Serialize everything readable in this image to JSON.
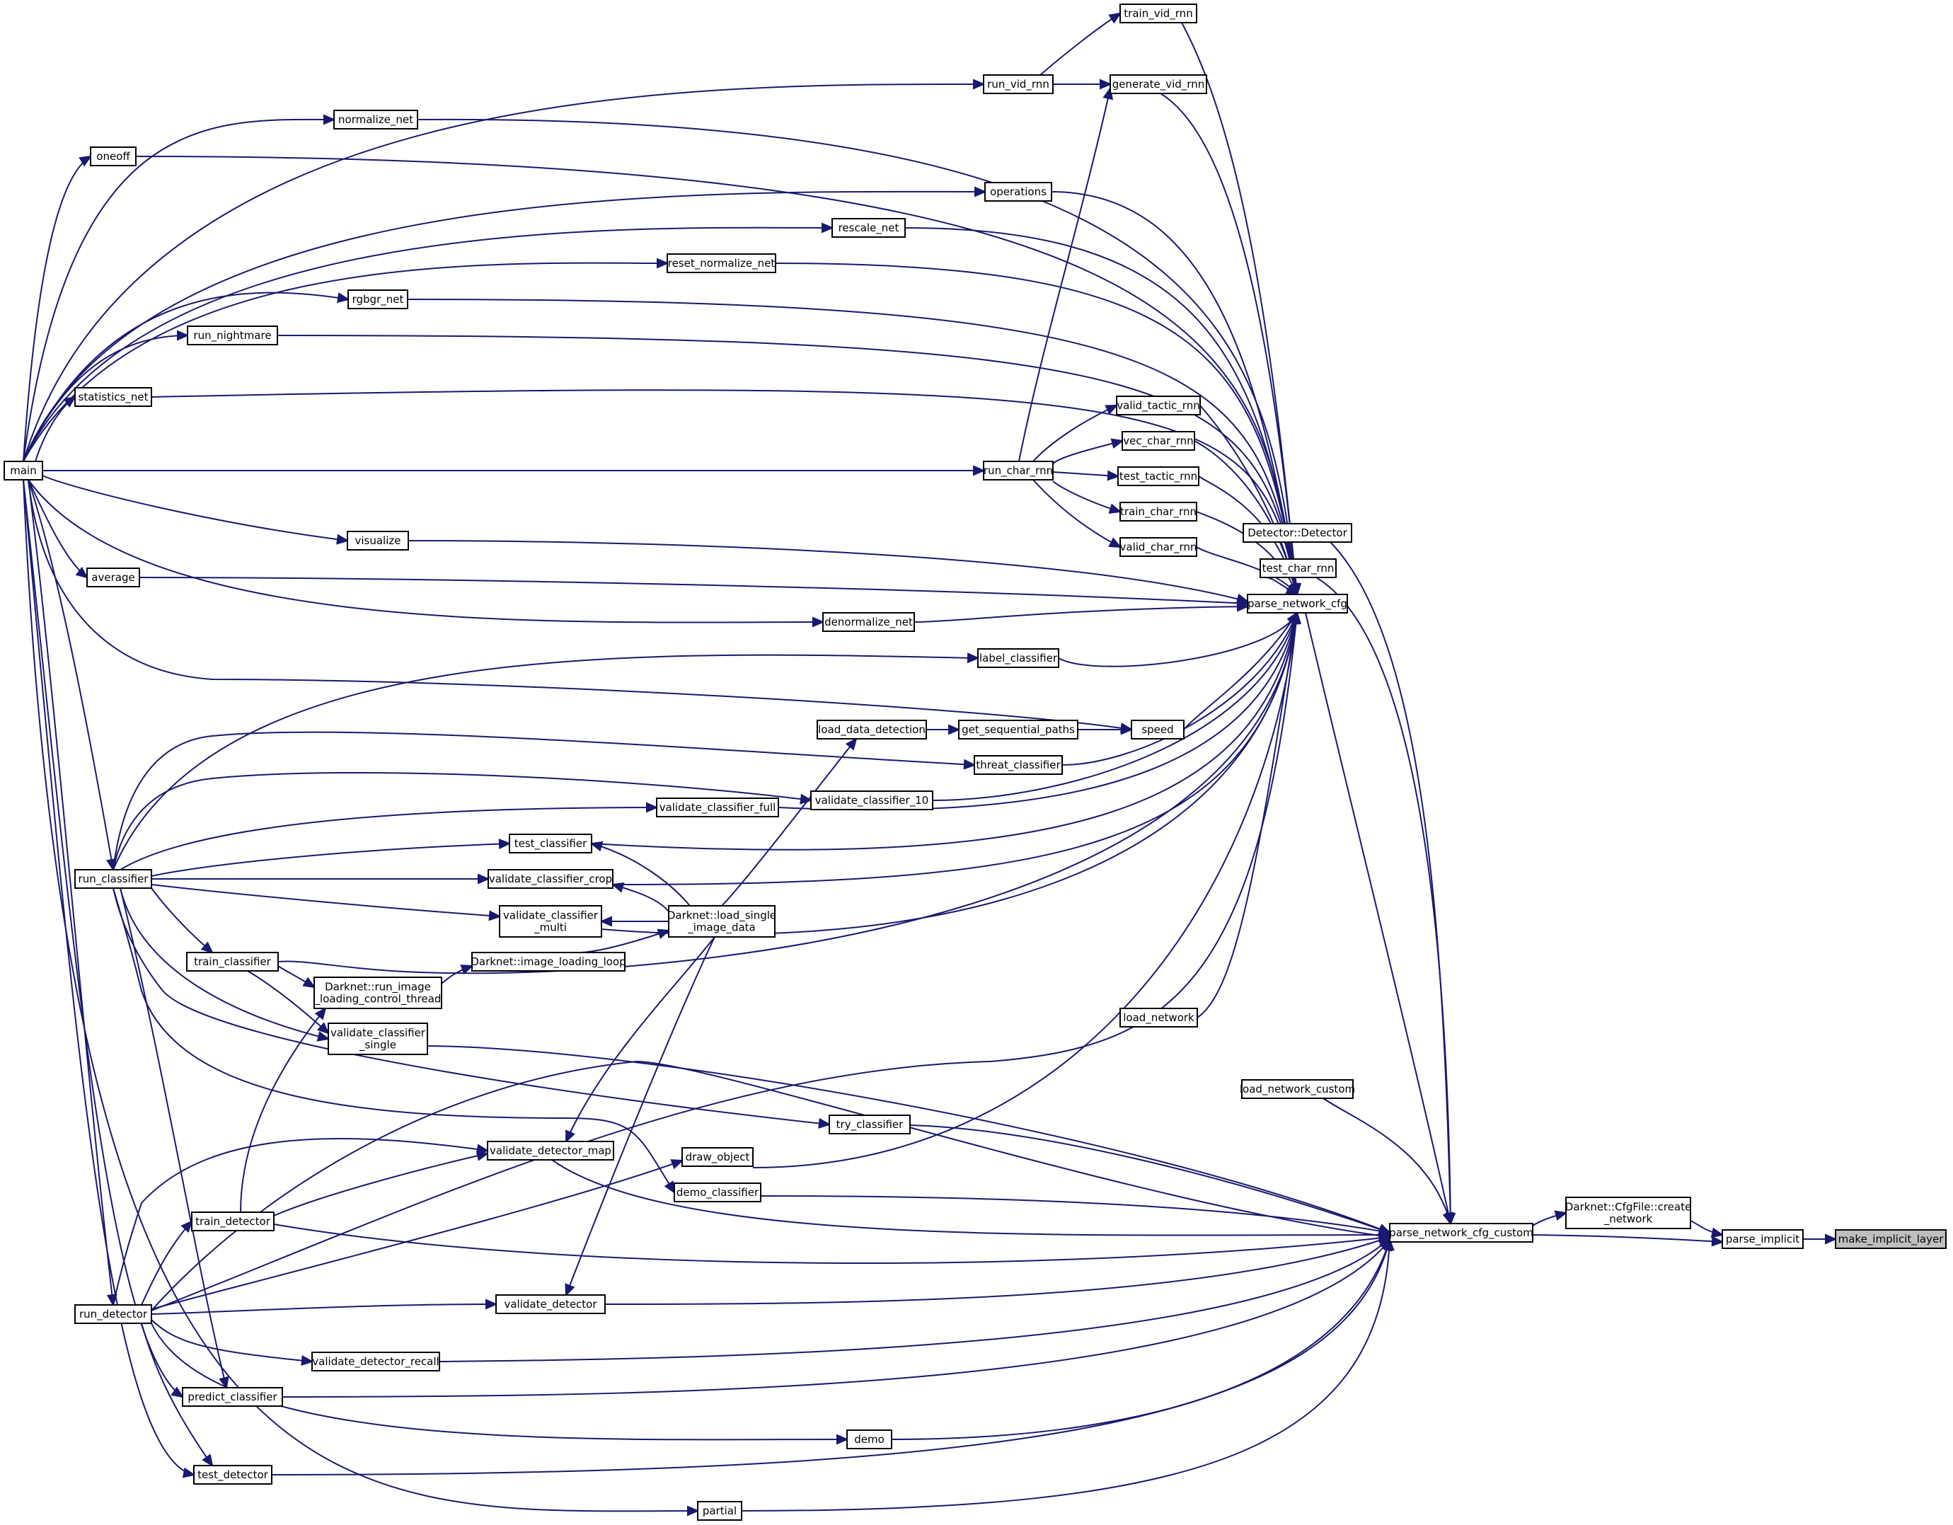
{
  "diagram_type": "call-graph",
  "colors": {
    "edge": "#191970",
    "node_border": "#000000",
    "node_fill": "#ffffff",
    "highlight_fill": "#bfbfbf"
  },
  "nodes": [
    {
      "id": "make_implicit_layer",
      "lines": [
        "make_implicit_layer"
      ],
      "highlight": true
    },
    {
      "id": "parse_implicit",
      "lines": [
        "parse_implicit"
      ]
    },
    {
      "id": "create_network",
      "lines": [
        "Darknet::CfgFile::create",
        "_network"
      ]
    },
    {
      "id": "parse_network_cfg_custom",
      "lines": [
        "parse_network_cfg_custom"
      ]
    },
    {
      "id": "parse_network_cfg",
      "lines": [
        "parse_network_cfg"
      ]
    },
    {
      "id": "detector_detector",
      "lines": [
        "Detector::Detector"
      ]
    },
    {
      "id": "test_char_rnn",
      "lines": [
        "test_char_rnn"
      ]
    },
    {
      "id": "load_network_custom",
      "lines": [
        "load_network_custom"
      ]
    },
    {
      "id": "load_network",
      "lines": [
        "load_network"
      ]
    },
    {
      "id": "train_vid_rnn",
      "lines": [
        "train_vid_rnn"
      ]
    },
    {
      "id": "generate_vid_rnn",
      "lines": [
        "generate_vid_rnn"
      ]
    },
    {
      "id": "run_vid_rnn",
      "lines": [
        "run_vid_rnn"
      ]
    },
    {
      "id": "normalize_net",
      "lines": [
        "normalize_net"
      ]
    },
    {
      "id": "oneoff",
      "lines": [
        "oneoff"
      ]
    },
    {
      "id": "operations",
      "lines": [
        "operations"
      ]
    },
    {
      "id": "rescale_net",
      "lines": [
        "rescale_net"
      ]
    },
    {
      "id": "reset_normalize_net",
      "lines": [
        "reset_normalize_net"
      ]
    },
    {
      "id": "rgbgr_net",
      "lines": [
        "rgbgr_net"
      ]
    },
    {
      "id": "run_nightmare",
      "lines": [
        "run_nightmare"
      ]
    },
    {
      "id": "statistics_net",
      "lines": [
        "statistics_net"
      ]
    },
    {
      "id": "main",
      "lines": [
        "main"
      ]
    },
    {
      "id": "valid_tactic_rnn",
      "lines": [
        "valid_tactic_rnn"
      ]
    },
    {
      "id": "vec_char_rnn",
      "lines": [
        "vec_char_rnn"
      ]
    },
    {
      "id": "run_char_rnn",
      "lines": [
        "run_char_rnn"
      ]
    },
    {
      "id": "test_tactic_rnn",
      "lines": [
        "test_tactic_rnn"
      ]
    },
    {
      "id": "train_char_rnn",
      "lines": [
        "train_char_rnn"
      ]
    },
    {
      "id": "valid_char_rnn",
      "lines": [
        "valid_char_rnn"
      ]
    },
    {
      "id": "visualize",
      "lines": [
        "visualize"
      ]
    },
    {
      "id": "average",
      "lines": [
        "average"
      ]
    },
    {
      "id": "denormalize_net",
      "lines": [
        "denormalize_net"
      ]
    },
    {
      "id": "label_classifier",
      "lines": [
        "label_classifier"
      ]
    },
    {
      "id": "speed",
      "lines": [
        "speed"
      ]
    },
    {
      "id": "get_sequential_paths",
      "lines": [
        "get_sequential_paths"
      ]
    },
    {
      "id": "load_data_detection",
      "lines": [
        "load_data_detection"
      ]
    },
    {
      "id": "threat_classifier",
      "lines": [
        "threat_classifier"
      ]
    },
    {
      "id": "validate_classifier_10",
      "lines": [
        "validate_classifier_10"
      ]
    },
    {
      "id": "validate_classifier_full",
      "lines": [
        "validate_classifier_full"
      ]
    },
    {
      "id": "test_classifier",
      "lines": [
        "test_classifier"
      ]
    },
    {
      "id": "run_classifier",
      "lines": [
        "run_classifier"
      ]
    },
    {
      "id": "validate_classifier_crop",
      "lines": [
        "validate_classifier_crop"
      ]
    },
    {
      "id": "validate_classifier_multi",
      "lines": [
        "validate_classifier",
        "_multi"
      ]
    },
    {
      "id": "load_single_image_data",
      "lines": [
        "Darknet::load_single",
        "_image_data"
      ]
    },
    {
      "id": "image_loading_loop",
      "lines": [
        "Darknet::image_loading_loop"
      ]
    },
    {
      "id": "train_classifier",
      "lines": [
        "train_classifier"
      ]
    },
    {
      "id": "run_image_loading_control_thread",
      "lines": [
        "Darknet::run_image",
        "_loading_control_thread"
      ]
    },
    {
      "id": "validate_classifier_single",
      "lines": [
        "validate_classifier",
        "_single"
      ]
    },
    {
      "id": "try_classifier",
      "lines": [
        "try_classifier"
      ]
    },
    {
      "id": "validate_detector_map",
      "lines": [
        "validate_detector_map"
      ]
    },
    {
      "id": "draw_object",
      "lines": [
        "draw_object"
      ]
    },
    {
      "id": "demo_classifier",
      "lines": [
        "demo_classifier"
      ]
    },
    {
      "id": "train_detector",
      "lines": [
        "train_detector"
      ]
    },
    {
      "id": "run_detector",
      "lines": [
        "run_detector"
      ]
    },
    {
      "id": "validate_detector",
      "lines": [
        "validate_detector"
      ]
    },
    {
      "id": "validate_detector_recall",
      "lines": [
        "validate_detector_recall"
      ]
    },
    {
      "id": "predict_classifier",
      "lines": [
        "predict_classifier"
      ]
    },
    {
      "id": "demo",
      "lines": [
        "demo"
      ]
    },
    {
      "id": "test_detector",
      "lines": [
        "test_detector"
      ]
    },
    {
      "id": "partial",
      "lines": [
        "partial"
      ]
    }
  ],
  "edges": [
    [
      "make_implicit_layer",
      "parse_implicit"
    ],
    [
      "parse_implicit",
      "create_network"
    ],
    [
      "parse_implicit",
      "parse_network_cfg_custom"
    ],
    [
      "create_network",
      "parse_network_cfg_custom"
    ],
    [
      "parse_network_cfg_custom",
      "parse_network_cfg"
    ],
    [
      "parse_network_cfg_custom",
      "detector_detector"
    ],
    [
      "parse_network_cfg_custom",
      "test_char_rnn"
    ],
    [
      "parse_network_cfg_custom",
      "load_network_custom"
    ],
    [
      "parse_network_cfg_custom",
      "try_classifier"
    ],
    [
      "parse_network_cfg_custom",
      "validate_classifier_single"
    ],
    [
      "parse_network_cfg_custom",
      "demo_classifier"
    ],
    [
      "parse_network_cfg_custom",
      "validate_detector_map"
    ],
    [
      "parse_network_cfg_custom",
      "train_detector"
    ],
    [
      "parse_network_cfg_custom",
      "run_detector"
    ],
    [
      "parse_network_cfg_custom",
      "validate_detector"
    ],
    [
      "parse_network_cfg_custom",
      "validate_detector_recall"
    ],
    [
      "parse_network_cfg_custom",
      "predict_classifier"
    ],
    [
      "parse_network_cfg_custom",
      "demo"
    ],
    [
      "parse_network_cfg_custom",
      "test_detector"
    ],
    [
      "parse_network_cfg_custom",
      "partial"
    ],
    [
      "parse_network_cfg",
      "train_vid_rnn"
    ],
    [
      "parse_network_cfg",
      "generate_vid_rnn"
    ],
    [
      "parse_network_cfg",
      "normalize_net"
    ],
    [
      "parse_network_cfg",
      "oneoff"
    ],
    [
      "parse_network_cfg",
      "operations"
    ],
    [
      "parse_network_cfg",
      "rescale_net"
    ],
    [
      "parse_network_cfg",
      "reset_normalize_net"
    ],
    [
      "parse_network_cfg",
      "rgbgr_net"
    ],
    [
      "parse_network_cfg",
      "run_nightmare"
    ],
    [
      "parse_network_cfg",
      "statistics_net"
    ],
    [
      "parse_network_cfg",
      "valid_tactic_rnn"
    ],
    [
      "parse_network_cfg",
      "vec_char_rnn"
    ],
    [
      "parse_network_cfg",
      "test_tactic_rnn"
    ],
    [
      "parse_network_cfg",
      "train_char_rnn"
    ],
    [
      "parse_network_cfg",
      "valid_char_rnn"
    ],
    [
      "parse_network_cfg",
      "test_char_rnn"
    ],
    [
      "parse_network_cfg",
      "visualize"
    ],
    [
      "parse_network_cfg",
      "average"
    ],
    [
      "parse_network_cfg",
      "denormalize_net"
    ],
    [
      "parse_network_cfg",
      "label_classifier"
    ],
    [
      "parse_network_cfg",
      "speed"
    ],
    [
      "parse_network_cfg",
      "threat_classifier"
    ],
    [
      "parse_network_cfg",
      "validate_classifier_10"
    ],
    [
      "parse_network_cfg",
      "validate_classifier_full"
    ],
    [
      "parse_network_cfg",
      "test_classifier"
    ],
    [
      "parse_network_cfg",
      "validate_classifier_crop"
    ],
    [
      "parse_network_cfg",
      "validate_classifier_multi"
    ],
    [
      "parse_network_cfg",
      "train_classifier"
    ],
    [
      "parse_network_cfg",
      "load_network"
    ],
    [
      "parse_network_cfg",
      "draw_object"
    ],
    [
      "parse_network_cfg",
      "run_detector"
    ],
    [
      "train_vid_rnn",
      "run_vid_rnn"
    ],
    [
      "generate_vid_rnn",
      "run_vid_rnn"
    ],
    [
      "run_vid_rnn",
      "main"
    ],
    [
      "normalize_net",
      "main"
    ],
    [
      "oneoff",
      "main"
    ],
    [
      "operations",
      "main"
    ],
    [
      "rescale_net",
      "main"
    ],
    [
      "reset_normalize_net",
      "main"
    ],
    [
      "rgbgr_net",
      "main"
    ],
    [
      "run_nightmare",
      "main"
    ],
    [
      "statistics_net",
      "main"
    ],
    [
      "valid_tactic_rnn",
      "run_char_rnn"
    ],
    [
      "vec_char_rnn",
      "run_char_rnn"
    ],
    [
      "test_tactic_rnn",
      "run_char_rnn"
    ],
    [
      "train_char_rnn",
      "run_char_rnn"
    ],
    [
      "valid_char_rnn",
      "run_char_rnn"
    ],
    [
      "generate_vid_rnn",
      "run_char_rnn"
    ],
    [
      "run_char_rnn",
      "main"
    ],
    [
      "visualize",
      "main"
    ],
    [
      "average",
      "main"
    ],
    [
      "denormalize_net",
      "main"
    ],
    [
      "label_classifier",
      "run_classifier"
    ],
    [
      "speed",
      "main"
    ],
    [
      "speed",
      "get_sequential_paths"
    ],
    [
      "get_sequential_paths",
      "load_data_detection"
    ],
    [
      "load_data_detection",
      "load_single_image_data"
    ],
    [
      "threat_classifier",
      "run_classifier"
    ],
    [
      "validate_classifier_10",
      "run_classifier"
    ],
    [
      "validate_classifier_full",
      "run_classifier"
    ],
    [
      "test_classifier",
      "run_classifier"
    ],
    [
      "test_classifier",
      "load_single_image_data"
    ],
    [
      "validate_classifier_crop",
      "run_classifier"
    ],
    [
      "validate_classifier_crop",
      "load_single_image_data"
    ],
    [
      "validate_classifier_multi",
      "run_classifier"
    ],
    [
      "validate_classifier_multi",
      "load_single_image_data"
    ],
    [
      "load_single_image_data",
      "image_loading_loop"
    ],
    [
      "image_loading_loop",
      "run_image_loading_control_thread"
    ],
    [
      "run_image_loading_control_thread",
      "train_classifier"
    ],
    [
      "run_image_loading_control_thread",
      "train_detector"
    ],
    [
      "train_classifier",
      "run_classifier"
    ],
    [
      "validate_classifier_single",
      "run_classifier"
    ],
    [
      "validate_classifier_single",
      "train_classifier"
    ],
    [
      "try_classifier",
      "run_classifier"
    ],
    [
      "validate_detector_map",
      "train_detector"
    ],
    [
      "validate_detector_map",
      "run_detector"
    ],
    [
      "validate_detector_map",
      "load_single_image_data"
    ],
    [
      "validate_detector",
      "load_single_image_data"
    ],
    [
      "draw_object",
      "run_detector"
    ],
    [
      "demo_classifier",
      "run_classifier"
    ],
    [
      "train_detector",
      "run_detector"
    ],
    [
      "validate_detector",
      "run_detector"
    ],
    [
      "validate_detector_recall",
      "run_detector"
    ],
    [
      "predict_classifier",
      "run_classifier"
    ],
    [
      "predict_classifier",
      "main"
    ],
    [
      "demo",
      "run_detector"
    ],
    [
      "test_detector",
      "run_detector"
    ],
    [
      "test_detector",
      "main"
    ],
    [
      "run_detector",
      "main"
    ],
    [
      "run_classifier",
      "main"
    ],
    [
      "partial",
      "main"
    ]
  ]
}
